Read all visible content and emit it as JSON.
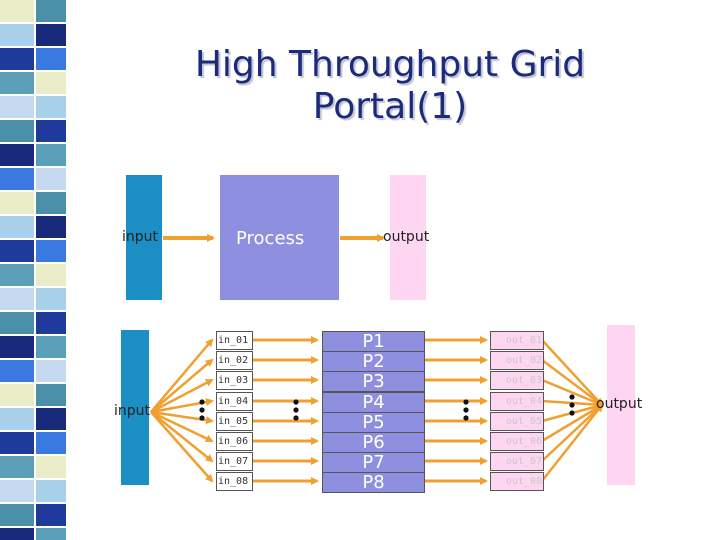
{
  "title_line1": "High Throughput Grid",
  "title_line2": "Portal(1)",
  "top": {
    "input_label": "input",
    "process_label": "Process",
    "output_label": "output"
  },
  "bottom": {
    "input_label": "input",
    "output_label": "output",
    "inputs": [
      "in_01",
      "in_02",
      "in_03",
      "in_04",
      "in_05",
      "in_06",
      "in_07",
      "in_08"
    ],
    "processes": [
      "P1",
      "P2",
      "P3",
      "P4",
      "P5",
      "P6",
      "P7",
      "P8"
    ],
    "outputs": [
      "out_01",
      "out_02",
      "out_03",
      "out_04",
      "out_05",
      "out_06",
      "out_07",
      "out_08"
    ]
  },
  "colors": {
    "input_box": "#1b8fc4",
    "process_box": "#8f8fe0",
    "output_box": "#ffd6f2",
    "arrow": "#f0a030",
    "title": "#1c2a7a"
  }
}
